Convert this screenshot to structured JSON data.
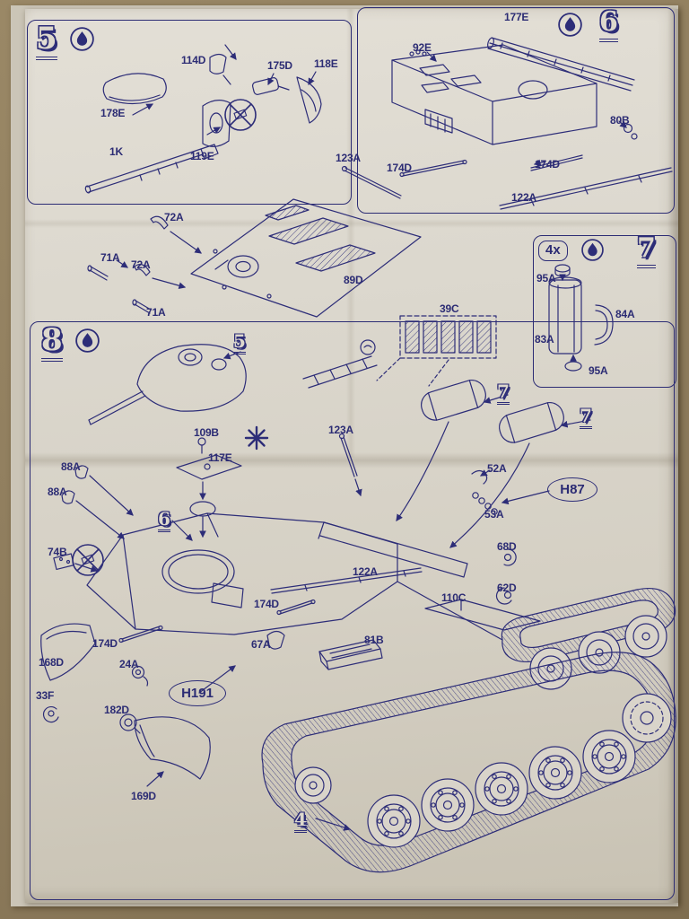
{
  "colors": {
    "ink": "#2d2d78",
    "paper": "#d9d4ca",
    "table": "#8d7b5c"
  },
  "icons": {
    "paint_drop": "water-drop-in-circle",
    "do_not_cement": "crossed-out-circle",
    "optional": "eight-spoke-asterisk"
  },
  "steps": {
    "step5": {
      "number": "5",
      "parts": [
        "114D",
        "175D",
        "118E",
        "178E",
        "1K",
        "119E"
      ]
    },
    "step6": {
      "number": "6",
      "parts": [
        "177E",
        "92E",
        "80B",
        "123A",
        "174D",
        "174D",
        "122A"
      ]
    },
    "deck89d": {
      "parts": [
        "72A",
        "71A",
        "72A",
        "71A",
        "89D"
      ]
    },
    "step7": {
      "number": "7",
      "quantity": "4x",
      "parts": [
        "95A",
        "84A",
        "83A",
        "95A"
      ]
    },
    "step8": {
      "number": "8",
      "badges": [
        "5",
        "7",
        "7",
        "6",
        "4"
      ],
      "callouts": [
        "H87",
        "H191"
      ],
      "parts": [
        "39C",
        "123A",
        "109B",
        "117E",
        "88A",
        "88A",
        "52A",
        "53A",
        "74B",
        "68D",
        "62D",
        "122A",
        "110C",
        "174D",
        "67A",
        "81B",
        "174D",
        "168D",
        "24A",
        "33F",
        "182D",
        "169D"
      ]
    }
  }
}
